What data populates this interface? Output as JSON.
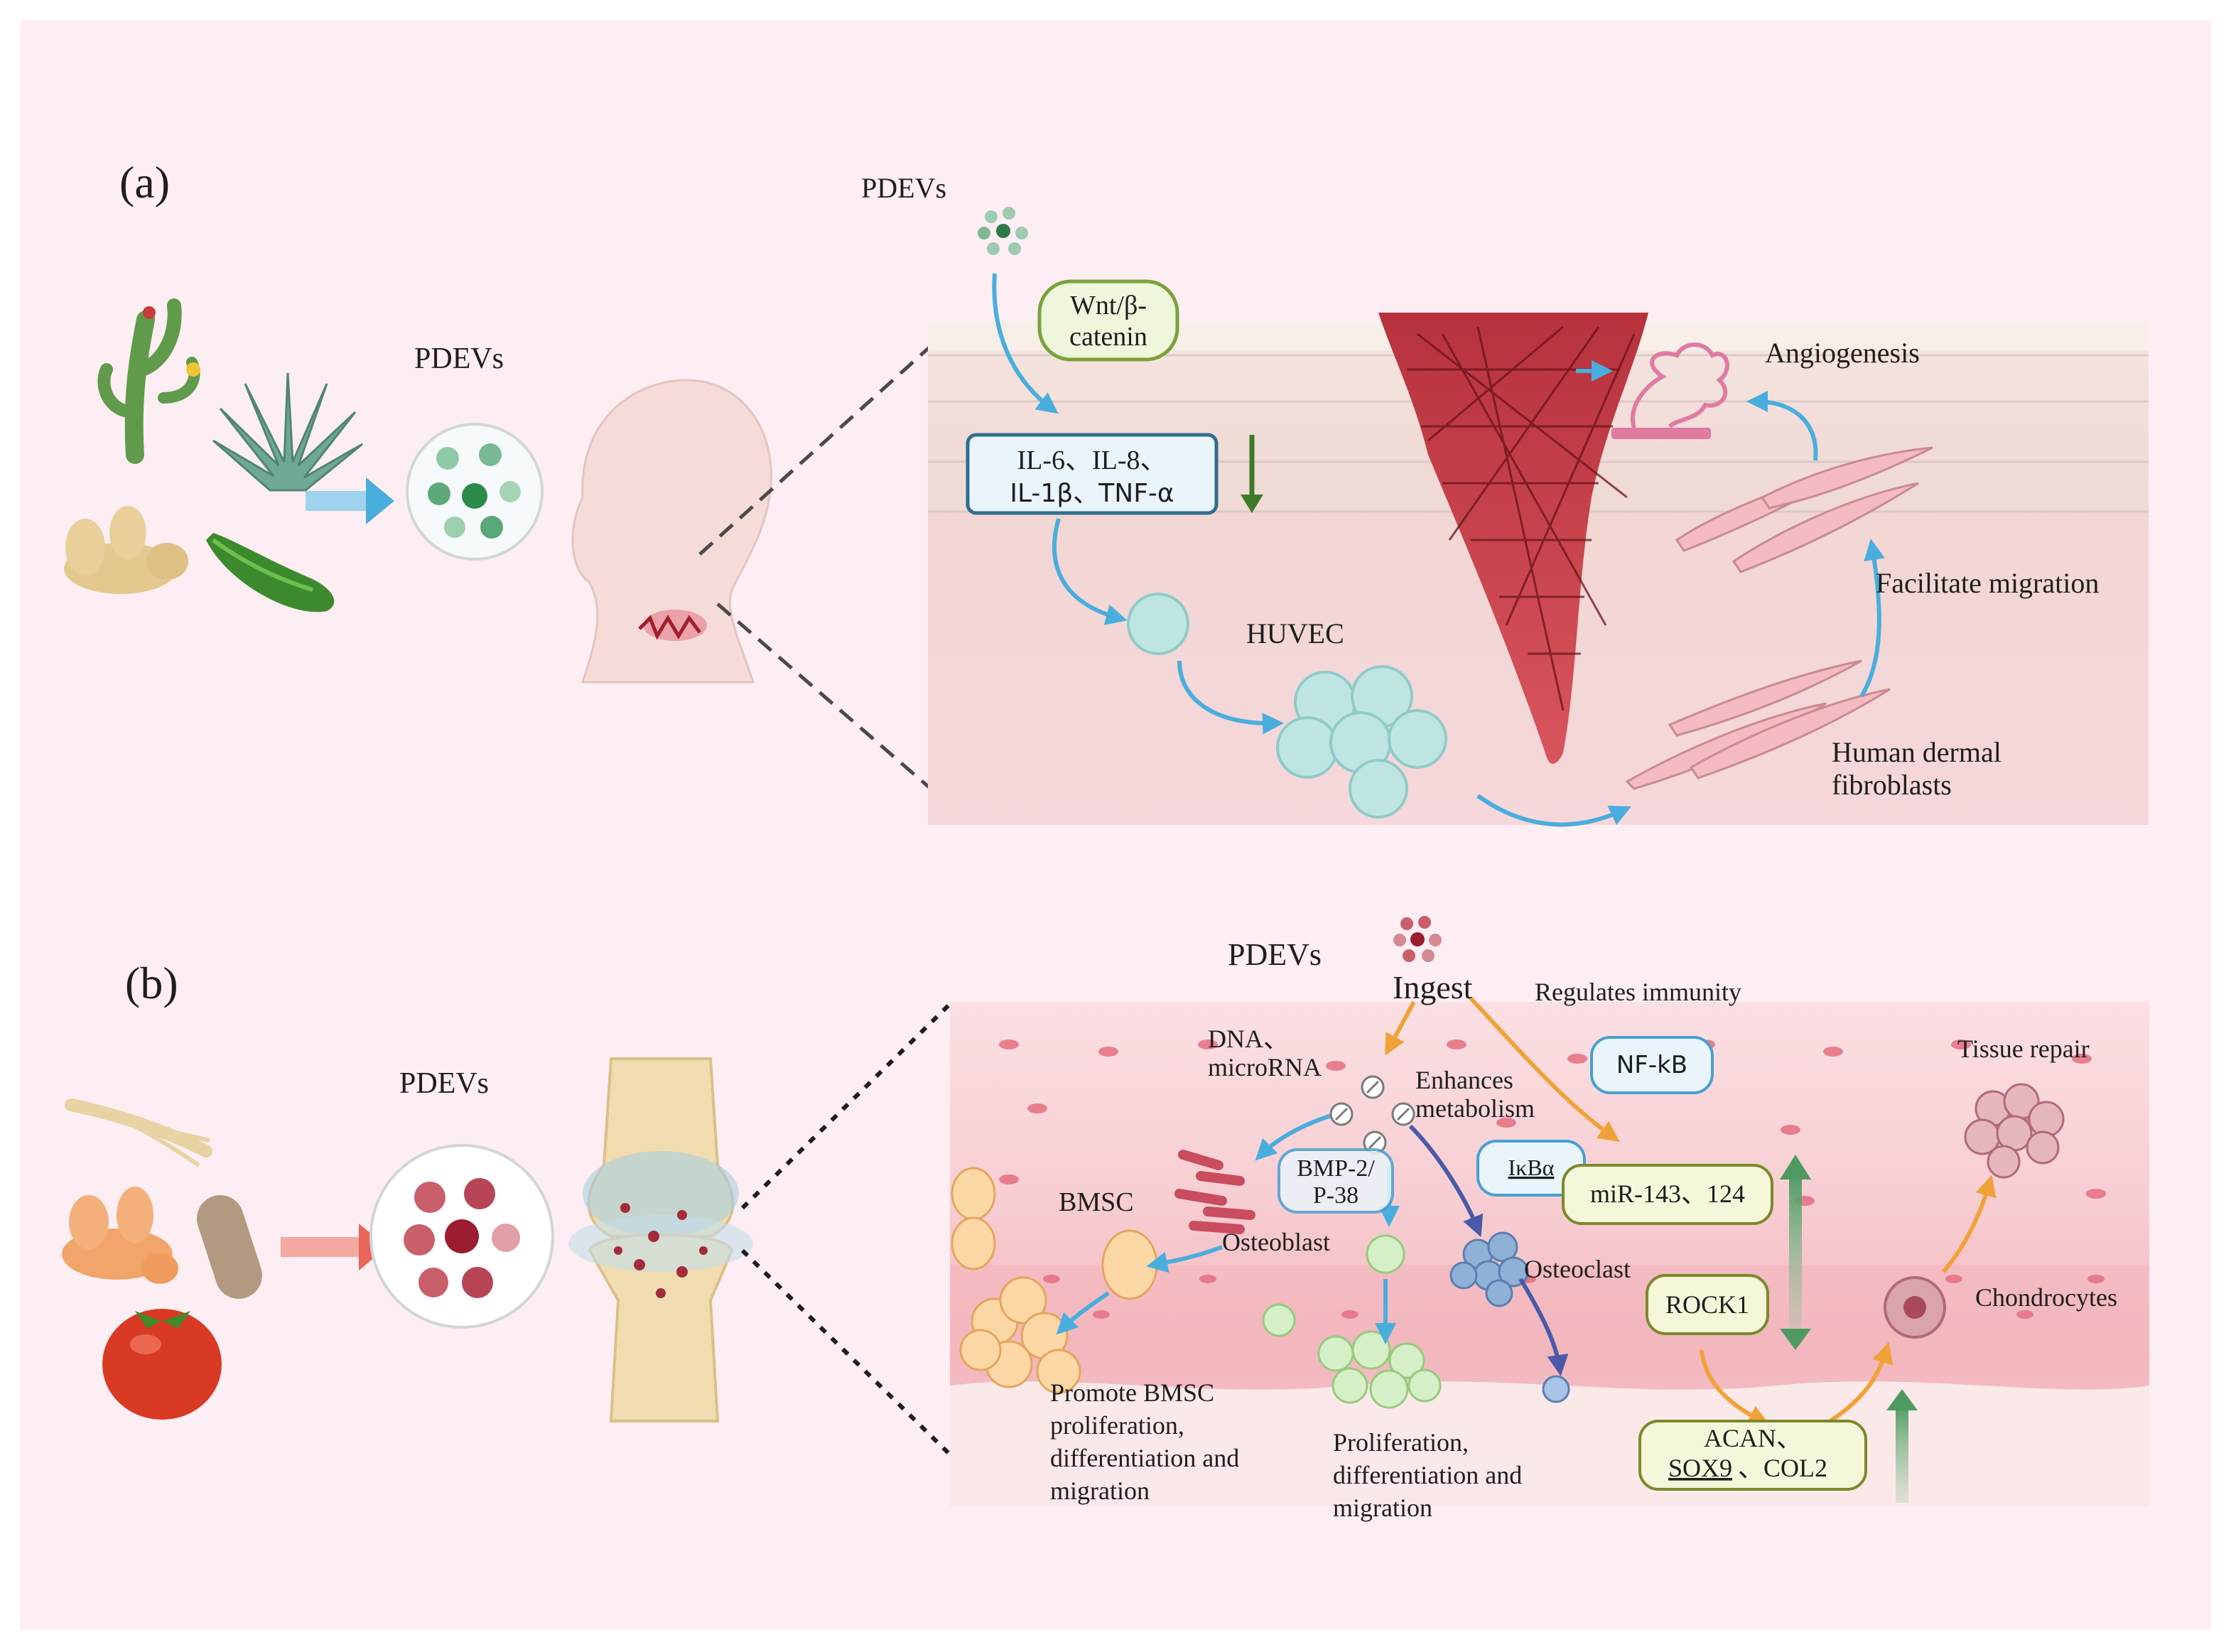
{
  "colors": {
    "background": "#fdeef3",
    "skin": "#f3d3d5",
    "wound": "#b3303a",
    "blue_arrow": "#49aedd",
    "orange_arrow": "#f0a23a",
    "green_box": "#eef6dc",
    "green_border": "#7aa23a",
    "blue_box": "#e9f5fb",
    "blue_border": "#2f6e91"
  },
  "panel_a": {
    "label": "(a)",
    "pdevs_source": "PDEVs",
    "pdevs_particles": "PDEVs",
    "wnt_line1": "Wnt/β-",
    "wnt_line2": "catenin",
    "cytokines_line1": "IL-6、IL-8、",
    "cytokines_line2": "IL-1β、TNF-α",
    "angiogenesis": "Angiogenesis",
    "facilitate_migration": "Facilitate migration",
    "huvec": "HUVEC",
    "fibroblasts_line1": "Human dermal",
    "fibroblasts_line2": "fibroblasts"
  },
  "panel_b": {
    "label": "(b)",
    "pdevs_source": "PDEVs",
    "pdevs_particles": "PDEVs",
    "ingest": "Ingest",
    "regulates_immunity": "Regulates immunity",
    "dna_line1": "DNA、",
    "dna_line2": "microRNA",
    "enhances_line1": "Enhances",
    "enhances_line2": "metabolism",
    "nfkb": "NF-kB",
    "tissue_repair": "Tissue repair",
    "ikba": "IκBα",
    "mir": "miR-143、124",
    "bmp_line1": "BMP-2/",
    "bmp_line2": "P-38",
    "bmsc": "BMSC",
    "osteoblast": "Osteoblast",
    "osteoclast": "Osteoclast",
    "rock1": "ROCK1",
    "chondrocytes": "Chondrocytes",
    "promote_line1": "Promote BMSC",
    "promote_line2": "proliferation,",
    "promote_line3": "differentiation and",
    "promote_line4": "migration",
    "prolif_line1": "Proliferation,",
    "prolif_line2": "differentiation and",
    "prolif_line3": "migration",
    "acan_line1": "ACAN、",
    "acan_line2a": "SOX9",
    "acan_line2b": "、COL2"
  }
}
